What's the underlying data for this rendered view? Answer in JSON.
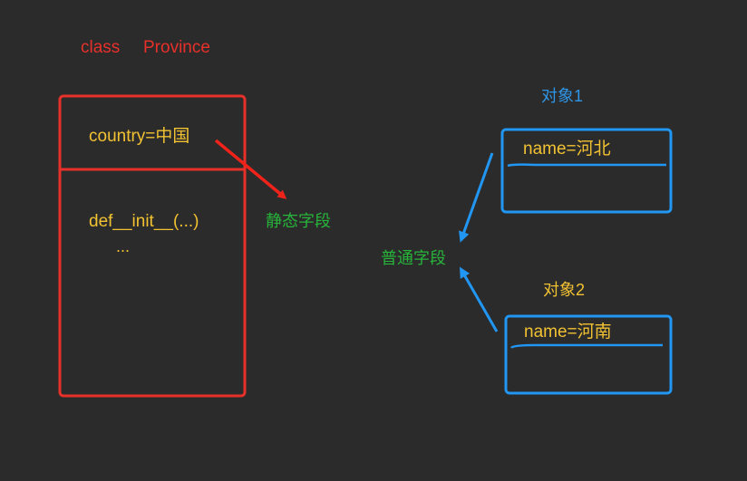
{
  "class_title": {
    "keyword": "class",
    "name": "Province"
  },
  "class_box": {
    "static_field": "country=中国",
    "init_method": "def__init__(...)",
    "ellipsis": "..."
  },
  "annotations": {
    "static_field_label": "静态字段",
    "normal_field_label": "普通字段"
  },
  "objects": [
    {
      "title": "对象1",
      "field": "name=河北"
    },
    {
      "title": "对象2",
      "field": "name=河南"
    }
  ],
  "colors": {
    "background": "#2b2b2b",
    "class_border": "#e8302a",
    "object_border": "#2196f3",
    "code_text": "#f2c232",
    "label_green": "#27b43a",
    "title_red": "#e8302a",
    "title_blue": "#2f95e6"
  }
}
